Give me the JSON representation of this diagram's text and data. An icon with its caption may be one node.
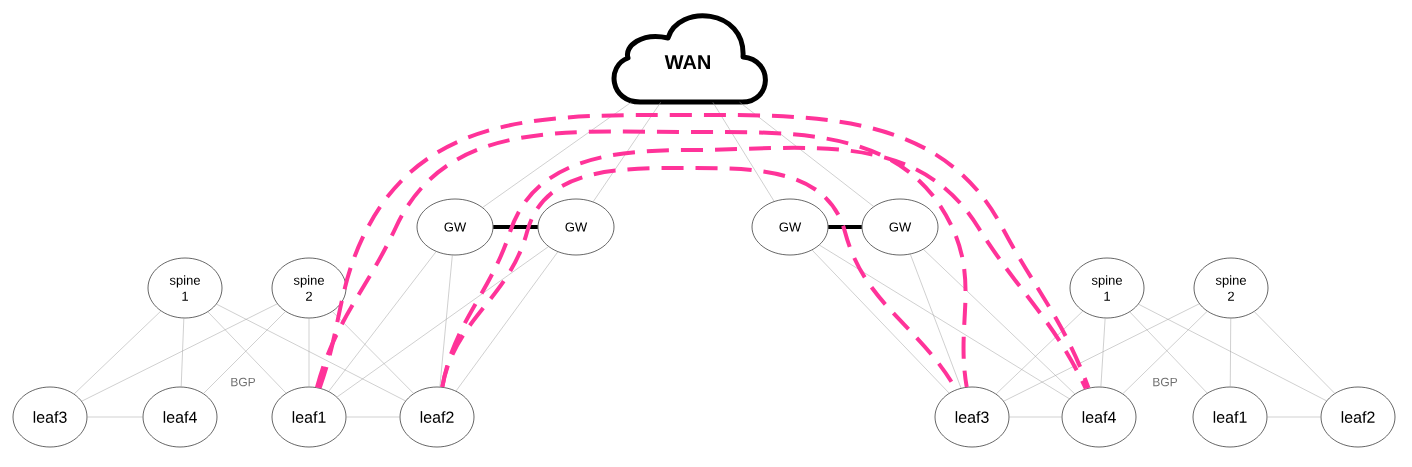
{
  "diagram": {
    "nodes": [
      {
        "text": [
          "WAN"
        ]
      },
      {
        "text": [
          "GW"
        ]
      },
      {
        "text": [
          "GW"
        ]
      },
      {
        "text": [
          "GW"
        ]
      },
      {
        "text": [
          "GW"
        ]
      },
      {
        "text": [
          "spine 1"
        ]
      },
      {
        "text": [
          "spine 2"
        ]
      },
      {
        "text": [
          "spine 1"
        ]
      },
      {
        "text": [
          "spine 2"
        ]
      },
      {
        "text": [
          "leaf3"
        ]
      },
      {
        "text": [
          "leaf4"
        ]
      },
      {
        "text": [
          "leaf1"
        ]
      },
      {
        "text": [
          "leaf2"
        ]
      },
      {
        "text": [
          "leaf3"
        ]
      },
      {
        "text": [
          "leaf4"
        ]
      },
      {
        "text": [
          "leaf1"
        ]
      },
      {
        "text": [
          "leaf2"
        ]
      }
    ],
    "edges": [
      {
        "from": 0,
        "to": 1,
        "arrow": "none"
      },
      {
        "from": 0,
        "to": 2,
        "arrow": "none"
      },
      {
        "from": 0,
        "to": 3,
        "arrow": "none"
      },
      {
        "from": 0,
        "to": 4,
        "arrow": "none"
      },
      {
        "from": 1,
        "to": 2,
        "arrow": "none",
        "style": "thick",
        "color": "#000000"
      },
      {
        "from": 3,
        "to": 4,
        "arrow": "none",
        "style": "thick",
        "color": "#000000"
      },
      {
        "from": 1,
        "to": 11,
        "arrow": "none"
      },
      {
        "from": 1,
        "to": 12,
        "arrow": "none"
      },
      {
        "from": 2,
        "to": 11,
        "arrow": "none"
      },
      {
        "from": 2,
        "to": 12,
        "arrow": "none"
      },
      {
        "from": 3,
        "to": 13,
        "arrow": "none"
      },
      {
        "from": 3,
        "to": 14,
        "arrow": "none"
      },
      {
        "from": 4,
        "to": 13,
        "arrow": "none"
      },
      {
        "from": 4,
        "to": 14,
        "arrow": "none"
      },
      {
        "from": 5,
        "to": 9,
        "arrow": "none"
      },
      {
        "from": 5,
        "to": 10,
        "arrow": "none"
      },
      {
        "from": 5,
        "to": 11,
        "arrow": "none"
      },
      {
        "from": 5,
        "to": 12,
        "arrow": "none"
      },
      {
        "from": 6,
        "to": 9,
        "arrow": "none"
      },
      {
        "from": 6,
        "to": 10,
        "arrow": "none"
      },
      {
        "from": 6,
        "to": 11,
        "arrow": "none"
      },
      {
        "from": 6,
        "to": 12,
        "arrow": "none"
      },
      {
        "from": 7,
        "to": 13,
        "arrow": "none"
      },
      {
        "from": 7,
        "to": 14,
        "arrow": "none"
      },
      {
        "from": 7,
        "to": 15,
        "arrow": "none"
      },
      {
        "from": 7,
        "to": 16,
        "arrow": "none"
      },
      {
        "from": 8,
        "to": 13,
        "arrow": "none"
      },
      {
        "from": 8,
        "to": 14,
        "arrow": "none"
      },
      {
        "from": 8,
        "to": 15,
        "arrow": "none"
      },
      {
        "from": 8,
        "to": 16,
        "arrow": "none"
      },
      {
        "from": 9,
        "to": 10,
        "arrow": "none"
      },
      {
        "from": 11,
        "to": 12,
        "arrow": "none"
      },
      {
        "from": 13,
        "to": 14,
        "arrow": "none"
      },
      {
        "from": 15,
        "to": 16,
        "arrow": "none"
      },
      {
        "from": 11,
        "to": 14,
        "arrow": "none",
        "style": "dashed",
        "color": "#ff3399"
      },
      {
        "from": 11,
        "to": 13,
        "arrow": "none",
        "style": "dashed",
        "color": "#ff3399"
      },
      {
        "from": 12,
        "to": 14,
        "arrow": "none",
        "style": "dashed",
        "color": "#ff3399"
      },
      {
        "from": 12,
        "to": 13,
        "arrow": "none",
        "style": "dashed",
        "color": "#ff3399"
      }
    ],
    "labels": [
      "BGP",
      "BGP"
    ]
  }
}
